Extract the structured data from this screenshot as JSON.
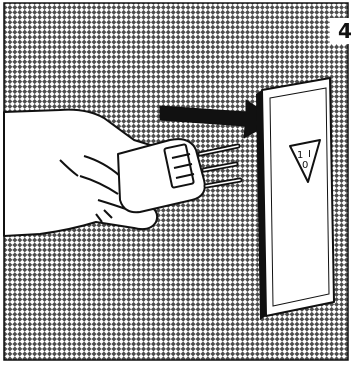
{
  "figure": {
    "step_number": "4",
    "socket_symbols": [
      "1",
      "0",
      "I"
    ],
    "colors": {
      "ink": "#111111",
      "pattern_dot": "#4d4d4d",
      "background": "#ffffff"
    },
    "icons": [
      "hand-icon",
      "plug-icon",
      "arrow-icon",
      "wall-socket-icon"
    ]
  }
}
